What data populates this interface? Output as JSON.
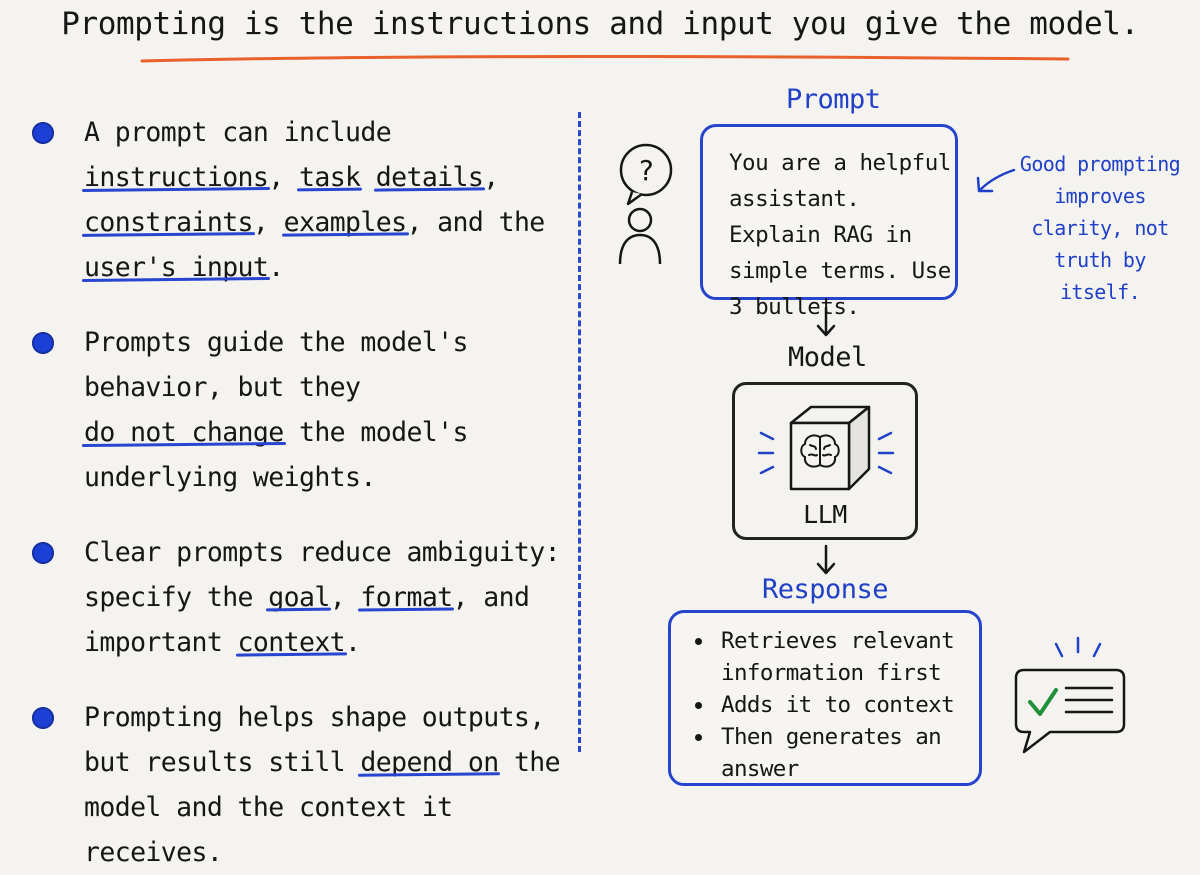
{
  "title": "Prompting is the instructions and input you give the model.",
  "bullets": [
    {
      "parts": [
        {
          "t": "A prompt can include "
        },
        {
          "t": "instructions",
          "u": true
        },
        {
          "t": ", "
        },
        {
          "t": "task",
          "u": true
        },
        {
          "t": " "
        },
        {
          "t": "details",
          "u": true
        },
        {
          "t": ", "
        },
        {
          "t": "constraints",
          "u": true
        },
        {
          "t": ", "
        },
        {
          "t": "examples",
          "u": true
        },
        {
          "t": ", and the "
        },
        {
          "t": "user's input",
          "u": true
        },
        {
          "t": "."
        }
      ]
    },
    {
      "parts": [
        {
          "t": "Prompts guide the model's behavior, but they "
        },
        {
          "t": "do not change",
          "u": true
        },
        {
          "t": " the model's underlying weights."
        }
      ]
    },
    {
      "parts": [
        {
          "t": "Clear prompts reduce ambiguity: specify the "
        },
        {
          "t": "goal",
          "u": true
        },
        {
          "t": ", "
        },
        {
          "t": "format",
          "u": true
        },
        {
          "t": ", and important "
        },
        {
          "t": "context",
          "u": true
        },
        {
          "t": "."
        }
      ]
    },
    {
      "parts": [
        {
          "t": "Prompting helps shape outputs, but results still "
        },
        {
          "t": "depend on",
          "u": true
        },
        {
          "t": " the model and the context it receives."
        }
      ]
    }
  ],
  "diagram": {
    "prompt_label": "Prompt",
    "prompt_text": "You are a helpful assistant. Explain RAG in simple terms. Use 3 bullets.",
    "note": "Good prompting improves clarity, not truth by itself.",
    "model_label": "Model",
    "llm_label": "LLM",
    "response_label": "Response",
    "response_items": [
      "Retrieves relevant information first",
      "Adds it to context",
      "Then generates an answer"
    ],
    "question_mark": "?"
  },
  "colors": {
    "accent_blue": "#2645cc",
    "title_underline": "#e8602c",
    "check_green": "#1f8f3a"
  }
}
